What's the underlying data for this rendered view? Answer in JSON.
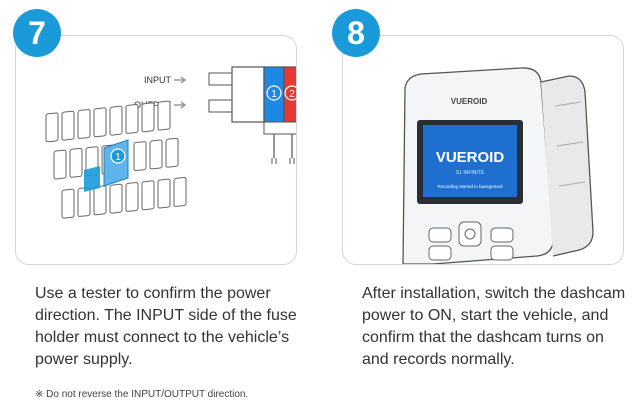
{
  "steps": [
    {
      "number": "7",
      "input_label": "INPUT",
      "output_label": "OUTPUT",
      "marker_1": "1",
      "marker_2": "2",
      "caption": "Use a tester to confirm the power direction. The INPUT side of the fuse holder must connect to the vehicle’s power supply."
    },
    {
      "number": "8",
      "device_brand": "VUEROID",
      "screen_logo": "VUEROID",
      "screen_subtitle": "S1 INFINITE",
      "screen_status": "Recording started in background",
      "caption": "After installation, switch the dashcam power to ON, start the vehicle, and confirm that the dashcam turns on and records normally."
    }
  ],
  "note": "※ Do not reverse the INPUT/OUTPUT direction.",
  "colors": {
    "accent": "#1a9ad8",
    "input_slot": "#1e88e5",
    "output_slot": "#e53935",
    "screen": "#1f6fd0"
  }
}
